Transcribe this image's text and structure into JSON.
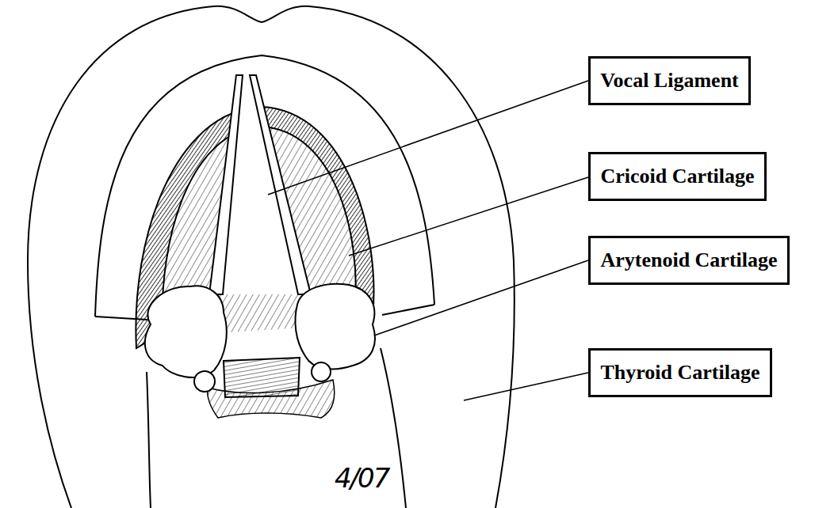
{
  "diagram": {
    "nodes": [
      {
        "text": [
          "Vocal Ligament"
        ]
      },
      {
        "text": [
          "Cricoid Cartilage"
        ]
      },
      {
        "text": [
          "Arytenoid Cartilage"
        ]
      },
      {
        "text": [
          "Thyroid Cartilage"
        ]
      }
    ],
    "labels": [
      "4/07"
    ]
  }
}
